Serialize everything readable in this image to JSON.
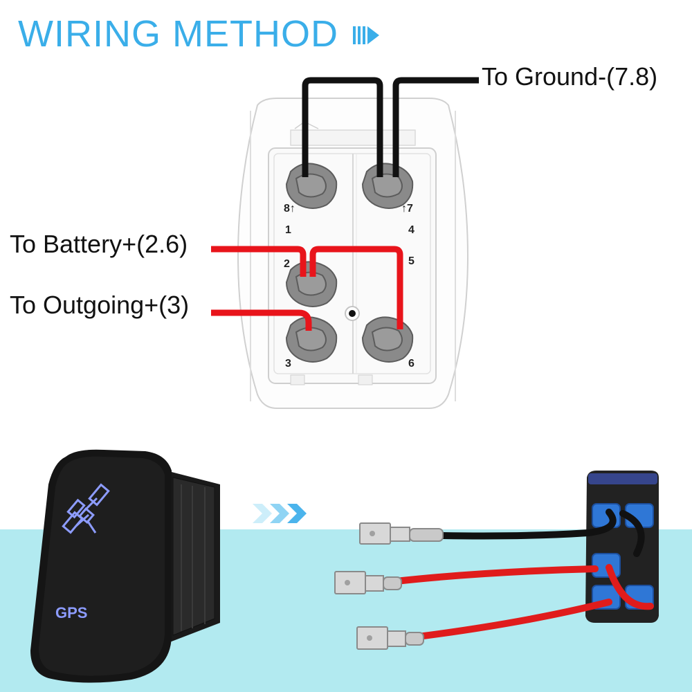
{
  "title": "WIRING METHOD",
  "labels": {
    "ground": "To Ground-(7.8)",
    "battery": "To Battery+(2.6)",
    "outgoing": "To Outgoing+(3)"
  },
  "terminals": {
    "t1": "1",
    "t2": "2",
    "t3": "3",
    "t4": "4",
    "t5": "5",
    "t6": "6",
    "t7": "↑7",
    "t8": "8↑"
  },
  "switch_face": {
    "label": "GPS",
    "icon": "satellite-icon",
    "glow_color": "#7b8cff"
  },
  "colors": {
    "title": "#3aaee9",
    "wire_ground": "#111111",
    "wire_positive": "#e8141b",
    "band": "#b2eaf0"
  }
}
